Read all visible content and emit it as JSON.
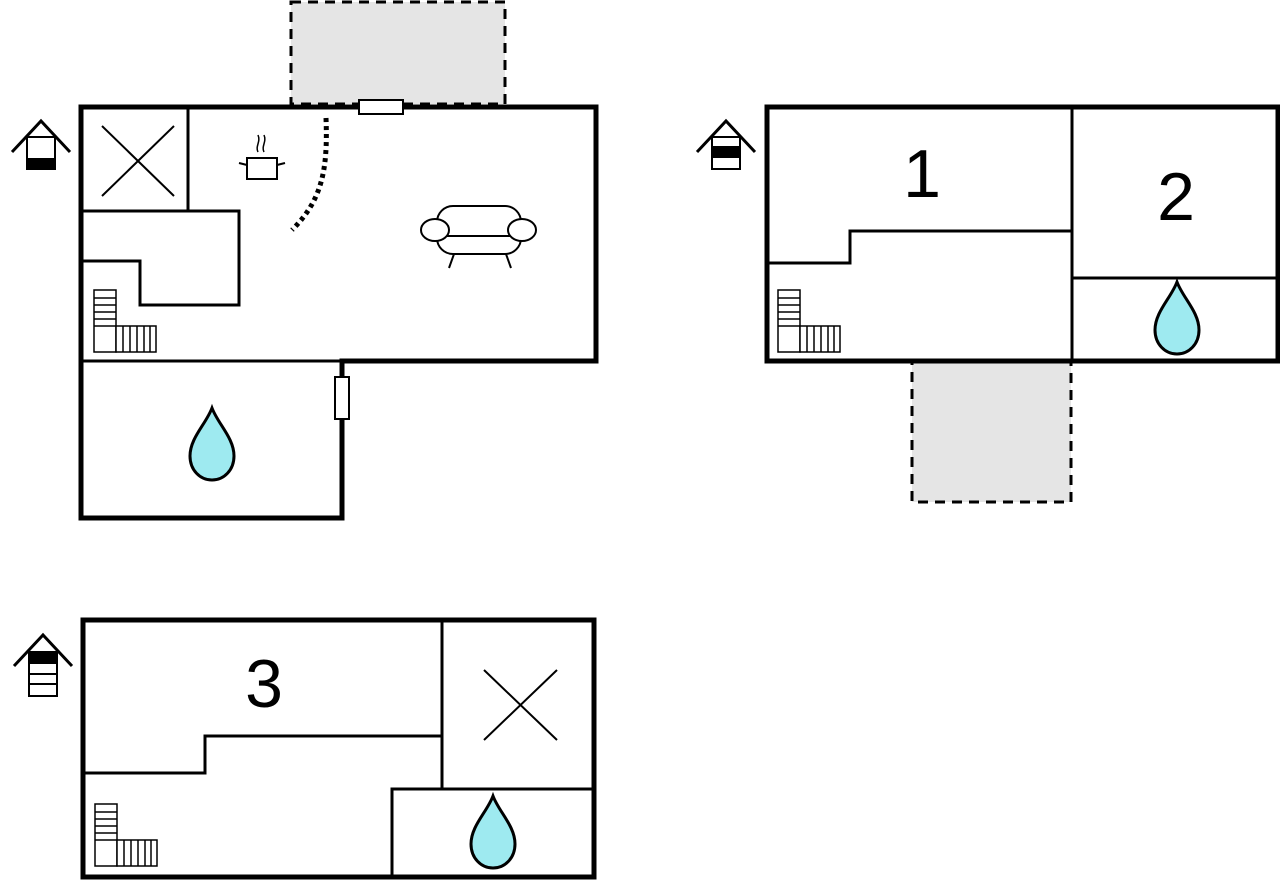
{
  "floors": [
    {
      "id": "ground",
      "level_icon": "house-level-icon-ground",
      "rooms": [
        "kitchen",
        "living-room",
        "bathroom",
        "stairs",
        "storage"
      ]
    },
    {
      "id": "first",
      "level_icon": "house-level-icon-first",
      "rooms": [
        {
          "label": "1"
        },
        {
          "label": "2"
        },
        "bathroom",
        "stairs"
      ]
    },
    {
      "id": "second",
      "level_icon": "house-level-icon-second",
      "rooms": [
        {
          "label": "3"
        },
        "storage",
        "bathroom",
        "stairs"
      ]
    }
  ],
  "labels": {
    "room_1": "1",
    "room_2": "2",
    "room_3": "3"
  },
  "colors": {
    "walls": "#000000",
    "water": "#9eeaf0",
    "outdoor_area": "#e5e5e5",
    "background": "#ffffff"
  },
  "icons": [
    "house-level-icon",
    "storage-x-icon",
    "cooking-pot-icon",
    "sofa-icon",
    "water-drop-icon",
    "stairs-icon",
    "window-icon"
  ]
}
